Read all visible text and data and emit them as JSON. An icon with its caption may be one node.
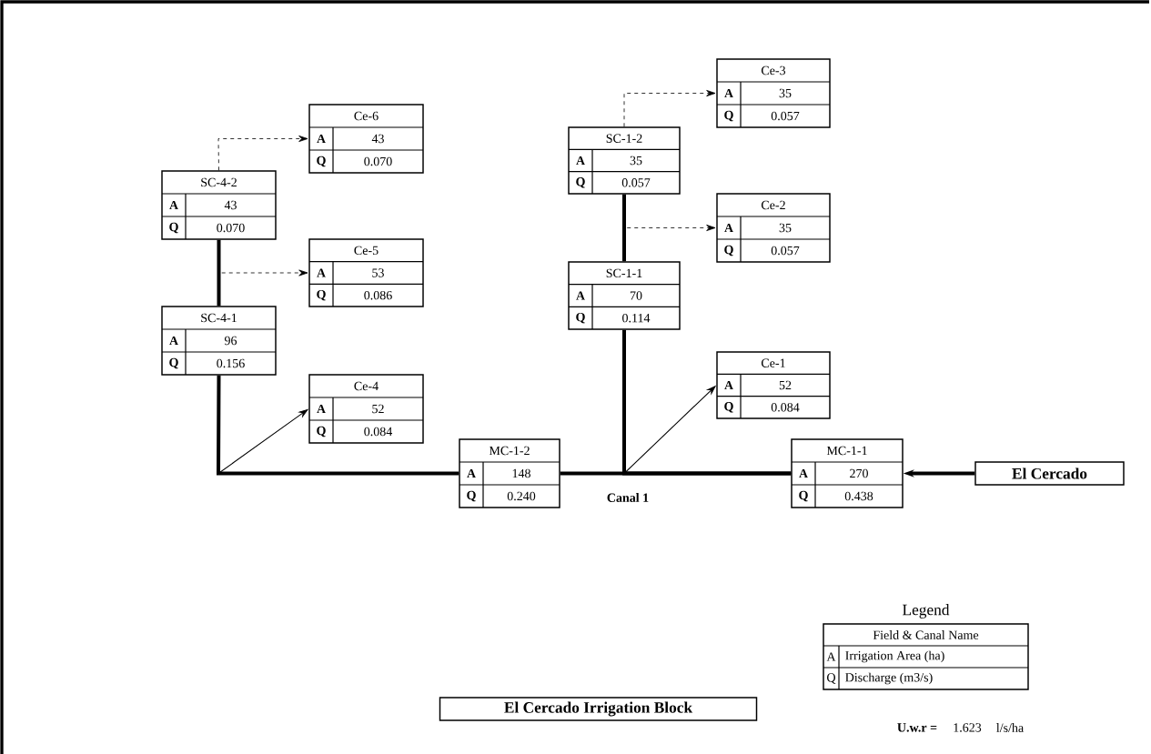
{
  "diagram": {
    "title": "El Cercado Irrigation Block",
    "nodes": [
      {
        "text": [
          "Ce-3",
          "A",
          "35",
          "Q",
          "0.057"
        ]
      },
      {
        "text": [
          "Ce-6",
          "A",
          "43",
          "Q",
          "0.070"
        ]
      },
      {
        "text": [
          "SC-1-2",
          "A",
          "35",
          "Q",
          "0.057"
        ]
      },
      {
        "text": [
          "SC-4-2",
          "A",
          "43",
          "Q",
          "0.070"
        ]
      },
      {
        "text": [
          "Ce-2",
          "A",
          "35",
          "Q",
          "0.057"
        ]
      },
      {
        "text": [
          "Ce-5",
          "A",
          "53",
          "Q",
          "0.086"
        ]
      },
      {
        "text": [
          "SC-1-1",
          "A",
          "70",
          "Q",
          "0.114"
        ]
      },
      {
        "text": [
          "SC-4-1",
          "A",
          "96",
          "Q",
          "0.156"
        ]
      },
      {
        "text": [
          "Ce-1",
          "A",
          "52",
          "Q",
          "0.084"
        ]
      },
      {
        "text": [
          "Ce-4",
          "A",
          "52",
          "Q",
          "0.084"
        ]
      },
      {
        "text": [
          "MC-1-2",
          "A",
          "148",
          "Q",
          "0.240"
        ]
      },
      {
        "text": [
          "MC-1-1",
          "A",
          "270",
          "Q",
          "0.438"
        ]
      },
      {
        "text": [
          "El Cercado"
        ]
      },
      {
        "text": [
          "Legend",
          "Field & Canal Name",
          "A",
          "Irrigation Area (ha)",
          "Q",
          "Discharge (m3/s)"
        ]
      }
    ],
    "edges": [
      {
        "from": 12,
        "to": 11,
        "arrow": "to",
        "style": "thick"
      },
      {
        "from": 11,
        "to": 10,
        "arrow": "none",
        "style": "thick"
      },
      {
        "from": 11,
        "to": 6,
        "arrow": "none",
        "style": "thick"
      },
      {
        "from": 11,
        "to": 8,
        "arrow": "to"
      },
      {
        "from": 10,
        "to": 7,
        "arrow": "none",
        "style": "thick"
      },
      {
        "from": 10,
        "to": 9,
        "arrow": "to"
      },
      {
        "from": 7,
        "to": 3,
        "arrow": "none",
        "style": "thick"
      },
      {
        "from": 7,
        "to": 5,
        "arrow": "to",
        "style": "dashed"
      },
      {
        "from": 3,
        "to": 1,
        "arrow": "to",
        "style": "dashed"
      },
      {
        "from": 6,
        "to": 2,
        "arrow": "none",
        "style": "thick"
      },
      {
        "from": 6,
        "to": 4,
        "arrow": "to",
        "style": "dashed"
      },
      {
        "from": 2,
        "to": 0,
        "arrow": "to",
        "style": "dashed"
      }
    ],
    "labels": [
      "Canal 1",
      "U.w.r =",
      "1.623",
      "l/s/ha"
    ]
  }
}
